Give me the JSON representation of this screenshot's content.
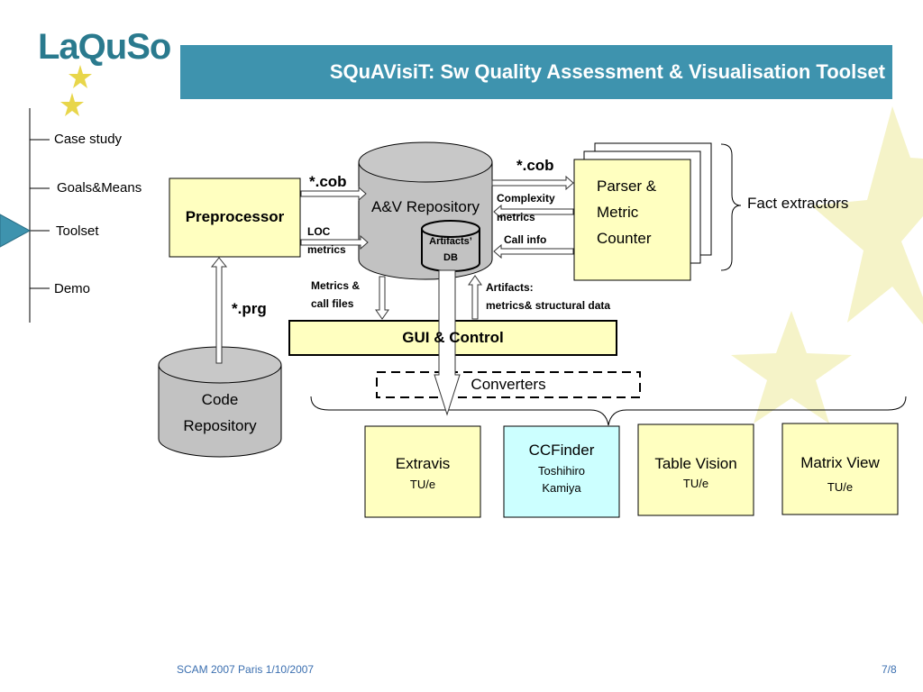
{
  "logo": {
    "text": "LaQuSo"
  },
  "title": "SQuAVisiT: Sw Quality Assessment  & Visualisation Toolset",
  "nav": {
    "items": [
      "Case study",
      "Goals&Means",
      "Toolset",
      "Demo"
    ],
    "active": "Toolset"
  },
  "nodes": {
    "preprocessor": "Preprocessor",
    "av_repository": "A&V Repository",
    "artifacts_db": {
      "line1": "Artifacts’",
      "line2": "DB"
    },
    "parser": {
      "line1": "Parser &",
      "line2": "Metric",
      "line3": "Counter"
    },
    "code_repository": {
      "line1": "Code",
      "line2": "Repository"
    },
    "gui": "GUI & Control",
    "converters": "Converters",
    "extravis": {
      "name": "Extravis",
      "org": "TU/e"
    },
    "ccfinder": {
      "name": "CCFinder",
      "org1": "Toshihiro",
      "org2": "Kamiya"
    },
    "table_vision": {
      "name": "Table Vision",
      "org": "TU/e"
    },
    "matrix_view": {
      "name": "Matrix View",
      "org": "TU/e"
    }
  },
  "edge_labels": {
    "cob_left": "*.cob",
    "cob_right": "*.cob",
    "loc_metrics": {
      "line1": "LOC",
      "line2": "metrics"
    },
    "complexity": {
      "line1": "Complexity",
      "line2": "metrics"
    },
    "call_info": "Call info",
    "metrics_call": {
      "line1": "Metrics &",
      "line2": "call files"
    },
    "artifacts": {
      "line1": "Artifacts:",
      "line2": "metrics& structural data"
    },
    "prg": "*.prg"
  },
  "fact_extractors": "Fact extractors",
  "footer": {
    "left": "SCAM 2007 Paris 1/10/2007",
    "right": "7/8"
  },
  "colors": {
    "title_bar": "#3e93ae",
    "box_yellow": "#ffffc0",
    "cylinder_gray": "#c2c2c2",
    "ccfinder_cyan": "#ccffff",
    "star_yellow": "#f5f3c8",
    "logo": "#2a7a8e",
    "footer": "#3b6fb0"
  }
}
